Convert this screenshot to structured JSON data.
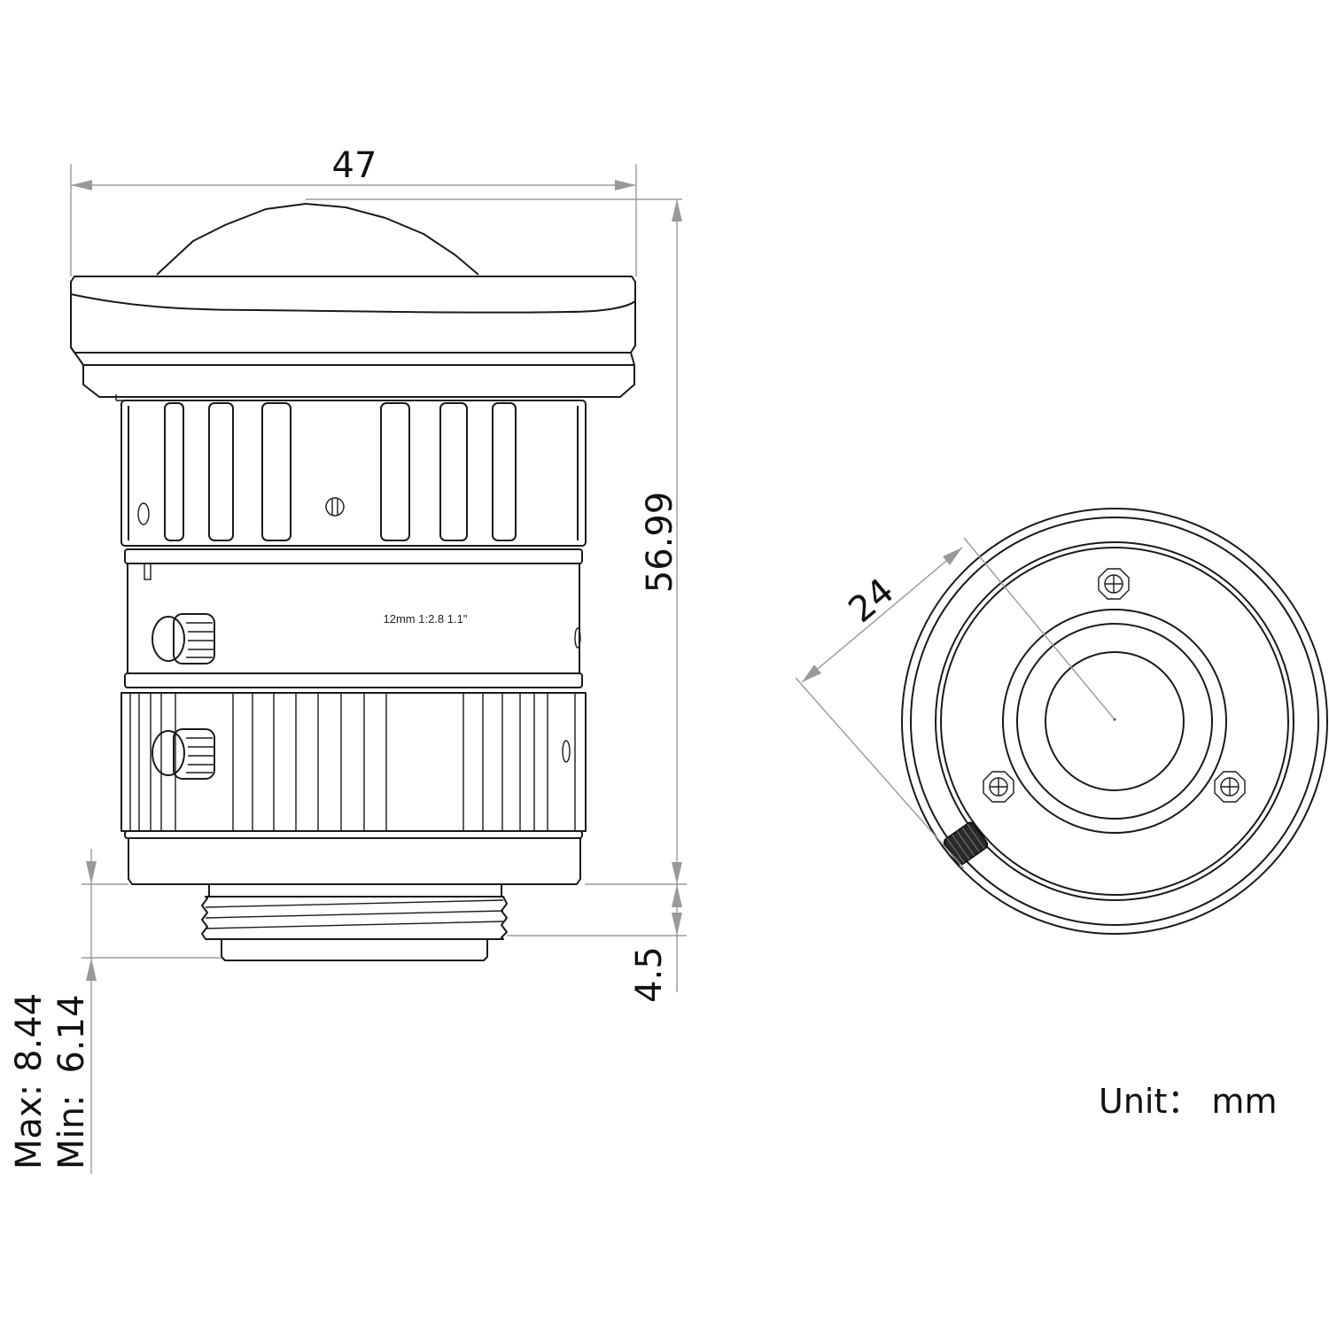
{
  "drawing": {
    "type": "lens-dimension-drawing",
    "side_view": {
      "label_on_barrel": "12mm 1:2.8 1.1\"",
      "dimensions": {
        "overall_width": "47",
        "overall_height": "56.99",
        "mount_thread_length": "4.5",
        "back_focus_max_label": "Max:",
        "back_focus_max_value": "8.44",
        "back_focus_min_label": "Min:",
        "back_focus_min_value": "6.14"
      }
    },
    "front_view": {
      "dimensions": {
        "radius": "24"
      }
    },
    "unit_label": "Unit： mm"
  },
  "colors": {
    "line": "#1a1a1a",
    "dimension_line": "#9a9a9a",
    "background": "#ffffff"
  }
}
